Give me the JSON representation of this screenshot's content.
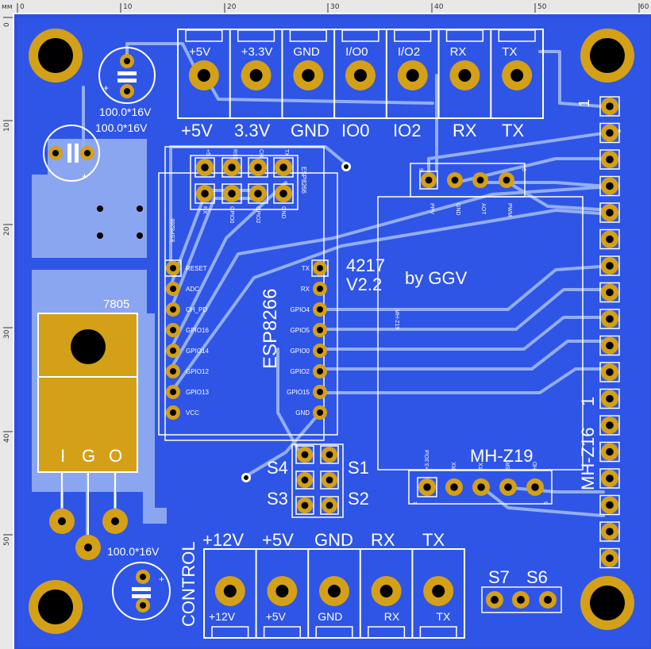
{
  "ruler": {
    "unit": "мм",
    "top_ticks": [
      "0",
      "10",
      "20",
      "30",
      "40",
      "50",
      "60"
    ],
    "left_ticks": [
      "0",
      "10",
      "20",
      "30",
      "40",
      "50"
    ]
  },
  "colors": {
    "board": "#2b4fe0",
    "copper_pour": "#8aa6f0",
    "trace": "#93aef2",
    "silk": "#ffffff",
    "pad": "#d4a017",
    "hole": "#000000"
  },
  "capacitors": {
    "c1_label_a": "100.0*16V",
    "c1_label_b": "100.0*16V",
    "c3_label": "100.0*16V"
  },
  "regulator": {
    "name": "7805",
    "pin_i": "I",
    "pin_g": "G",
    "pin_o": "O"
  },
  "top_terminal": {
    "pins": [
      "+5V",
      "+3.3V",
      "GND",
      "I/O0",
      "I/O2",
      "RX",
      "TX"
    ],
    "labels_below": [
      "+5V",
      "3.3V",
      "GND",
      "IO0",
      "IO2",
      "RX",
      "TX"
    ]
  },
  "esp_header": {
    "pins_top": [
      "+5",
      "RST",
      "CH",
      "TX"
    ],
    "pins_bottom": [
      "RX",
      "GPIO0",
      "GPIO2",
      "GND"
    ],
    "side_label": "ESP8266"
  },
  "esp_module": {
    "name": "ESP8266",
    "small_label": "ESP8266",
    "left_pins": [
      "RESET",
      "ADC",
      "CH_PD",
      "GPIO16",
      "GPIO14",
      "GPIO12",
      "GPIO13",
      "VCC"
    ],
    "right_pins": [
      "TX",
      "RX",
      "GPIO4",
      "GPIO5",
      "GPIO0",
      "GPIO2",
      "GPIO15",
      "GND"
    ]
  },
  "board_info": {
    "code": "4217",
    "version": "V2.2",
    "author": "by GGV"
  },
  "mh_z19": {
    "name": "MH-Z19",
    "side_label": "MH-Z19",
    "top_header_pins": [
      "PPV",
      "GND",
      "AOT",
      "PWM"
    ],
    "top_header_num_left": "9",
    "top_header_num_right": "6",
    "bottom_header_pins": [
      "+3.3Out",
      "RX",
      "TX",
      "SR",
      "HD"
    ],
    "bottom_header_num_left": "1",
    "bottom_header_num_right": "5"
  },
  "mh_z16": {
    "name": "MH-Z16",
    "pin1": "1",
    "pin1_b": "1"
  },
  "jumpers": {
    "s1": "S1",
    "s2": "S2",
    "s3": "S3",
    "s4": "S4",
    "s6": "S6",
    "s7": "S7"
  },
  "bottom_terminal": {
    "side_label": "CONTROL",
    "labels_above": [
      "+12V",
      "+5V",
      "GND",
      "RX",
      "TX"
    ],
    "pins": [
      "+12V",
      "+5V",
      "GND",
      "RX",
      "TX"
    ]
  }
}
